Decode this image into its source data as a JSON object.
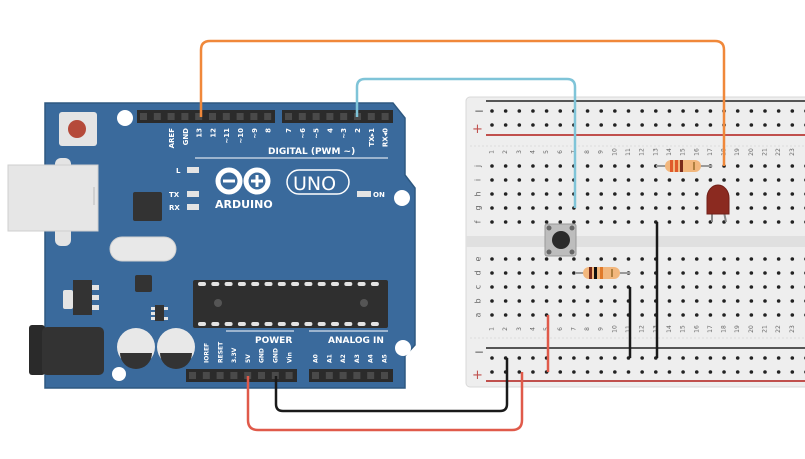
{
  "board": {
    "name": "Arduino UNO",
    "brand": "ARDUINO",
    "model": "UNO",
    "digital_header_label": "DIGITAL (PWM ~)",
    "digital_pins_left": [
      "AREF",
      "GND",
      "13",
      "12",
      "~11",
      "~10",
      "~9",
      "8"
    ],
    "digital_pins_right": [
      "7",
      "~6",
      "~5",
      "4",
      "~3",
      "2",
      "TX▸1",
      "RX◂0"
    ],
    "power_header_label": "POWER",
    "power_pins": [
      "IOREF",
      "RESET",
      "3.3V",
      "5V",
      "GND",
      "GND",
      "Vin"
    ],
    "analog_header_label": "ANALOG IN",
    "analog_pins": [
      "A0",
      "A1",
      "A2",
      "A3",
      "A4",
      "A5"
    ],
    "leds": {
      "l": "L",
      "tx": "TX",
      "rx": "RX",
      "on": "ON"
    },
    "colors": {
      "pcb": "#3a6a9c",
      "pcb_dark": "#2e5880",
      "header": "#2b2b2b",
      "silk": "#ffffff"
    }
  },
  "breadboard": {
    "rail_minus": "−",
    "rail_plus": "+",
    "rows_top": [
      "j",
      "i",
      "h",
      "g",
      "f"
    ],
    "rows_bottom": [
      "e",
      "d",
      "c",
      "b",
      "a"
    ],
    "columns": [
      "1",
      "2",
      "3",
      "4",
      "5",
      "6",
      "7",
      "8",
      "9",
      "10",
      "11",
      "12",
      "13",
      "14",
      "15",
      "16",
      "17",
      "18",
      "19",
      "20",
      "21",
      "22",
      "23"
    ],
    "colors": {
      "body": "#f0f0f0",
      "hole": "#222222",
      "rail_red": "#c0504d",
      "rail_dark": "#555555"
    }
  },
  "components": {
    "pushbutton": {
      "name": "pushbutton"
    },
    "resistor_led": {
      "name": "resistor"
    },
    "resistor_pulldown": {
      "name": "resistor"
    },
    "led": {
      "name": "LED",
      "color": "#8b2a20"
    }
  },
  "wires": {
    "pin13_to_led": {
      "color": "#f0883a"
    },
    "pin2_to_button": {
      "color": "#7fc4d8"
    },
    "five_v": {
      "color": "#e05a4a"
    },
    "gnd": {
      "color": "#1a1a1a"
    }
  }
}
